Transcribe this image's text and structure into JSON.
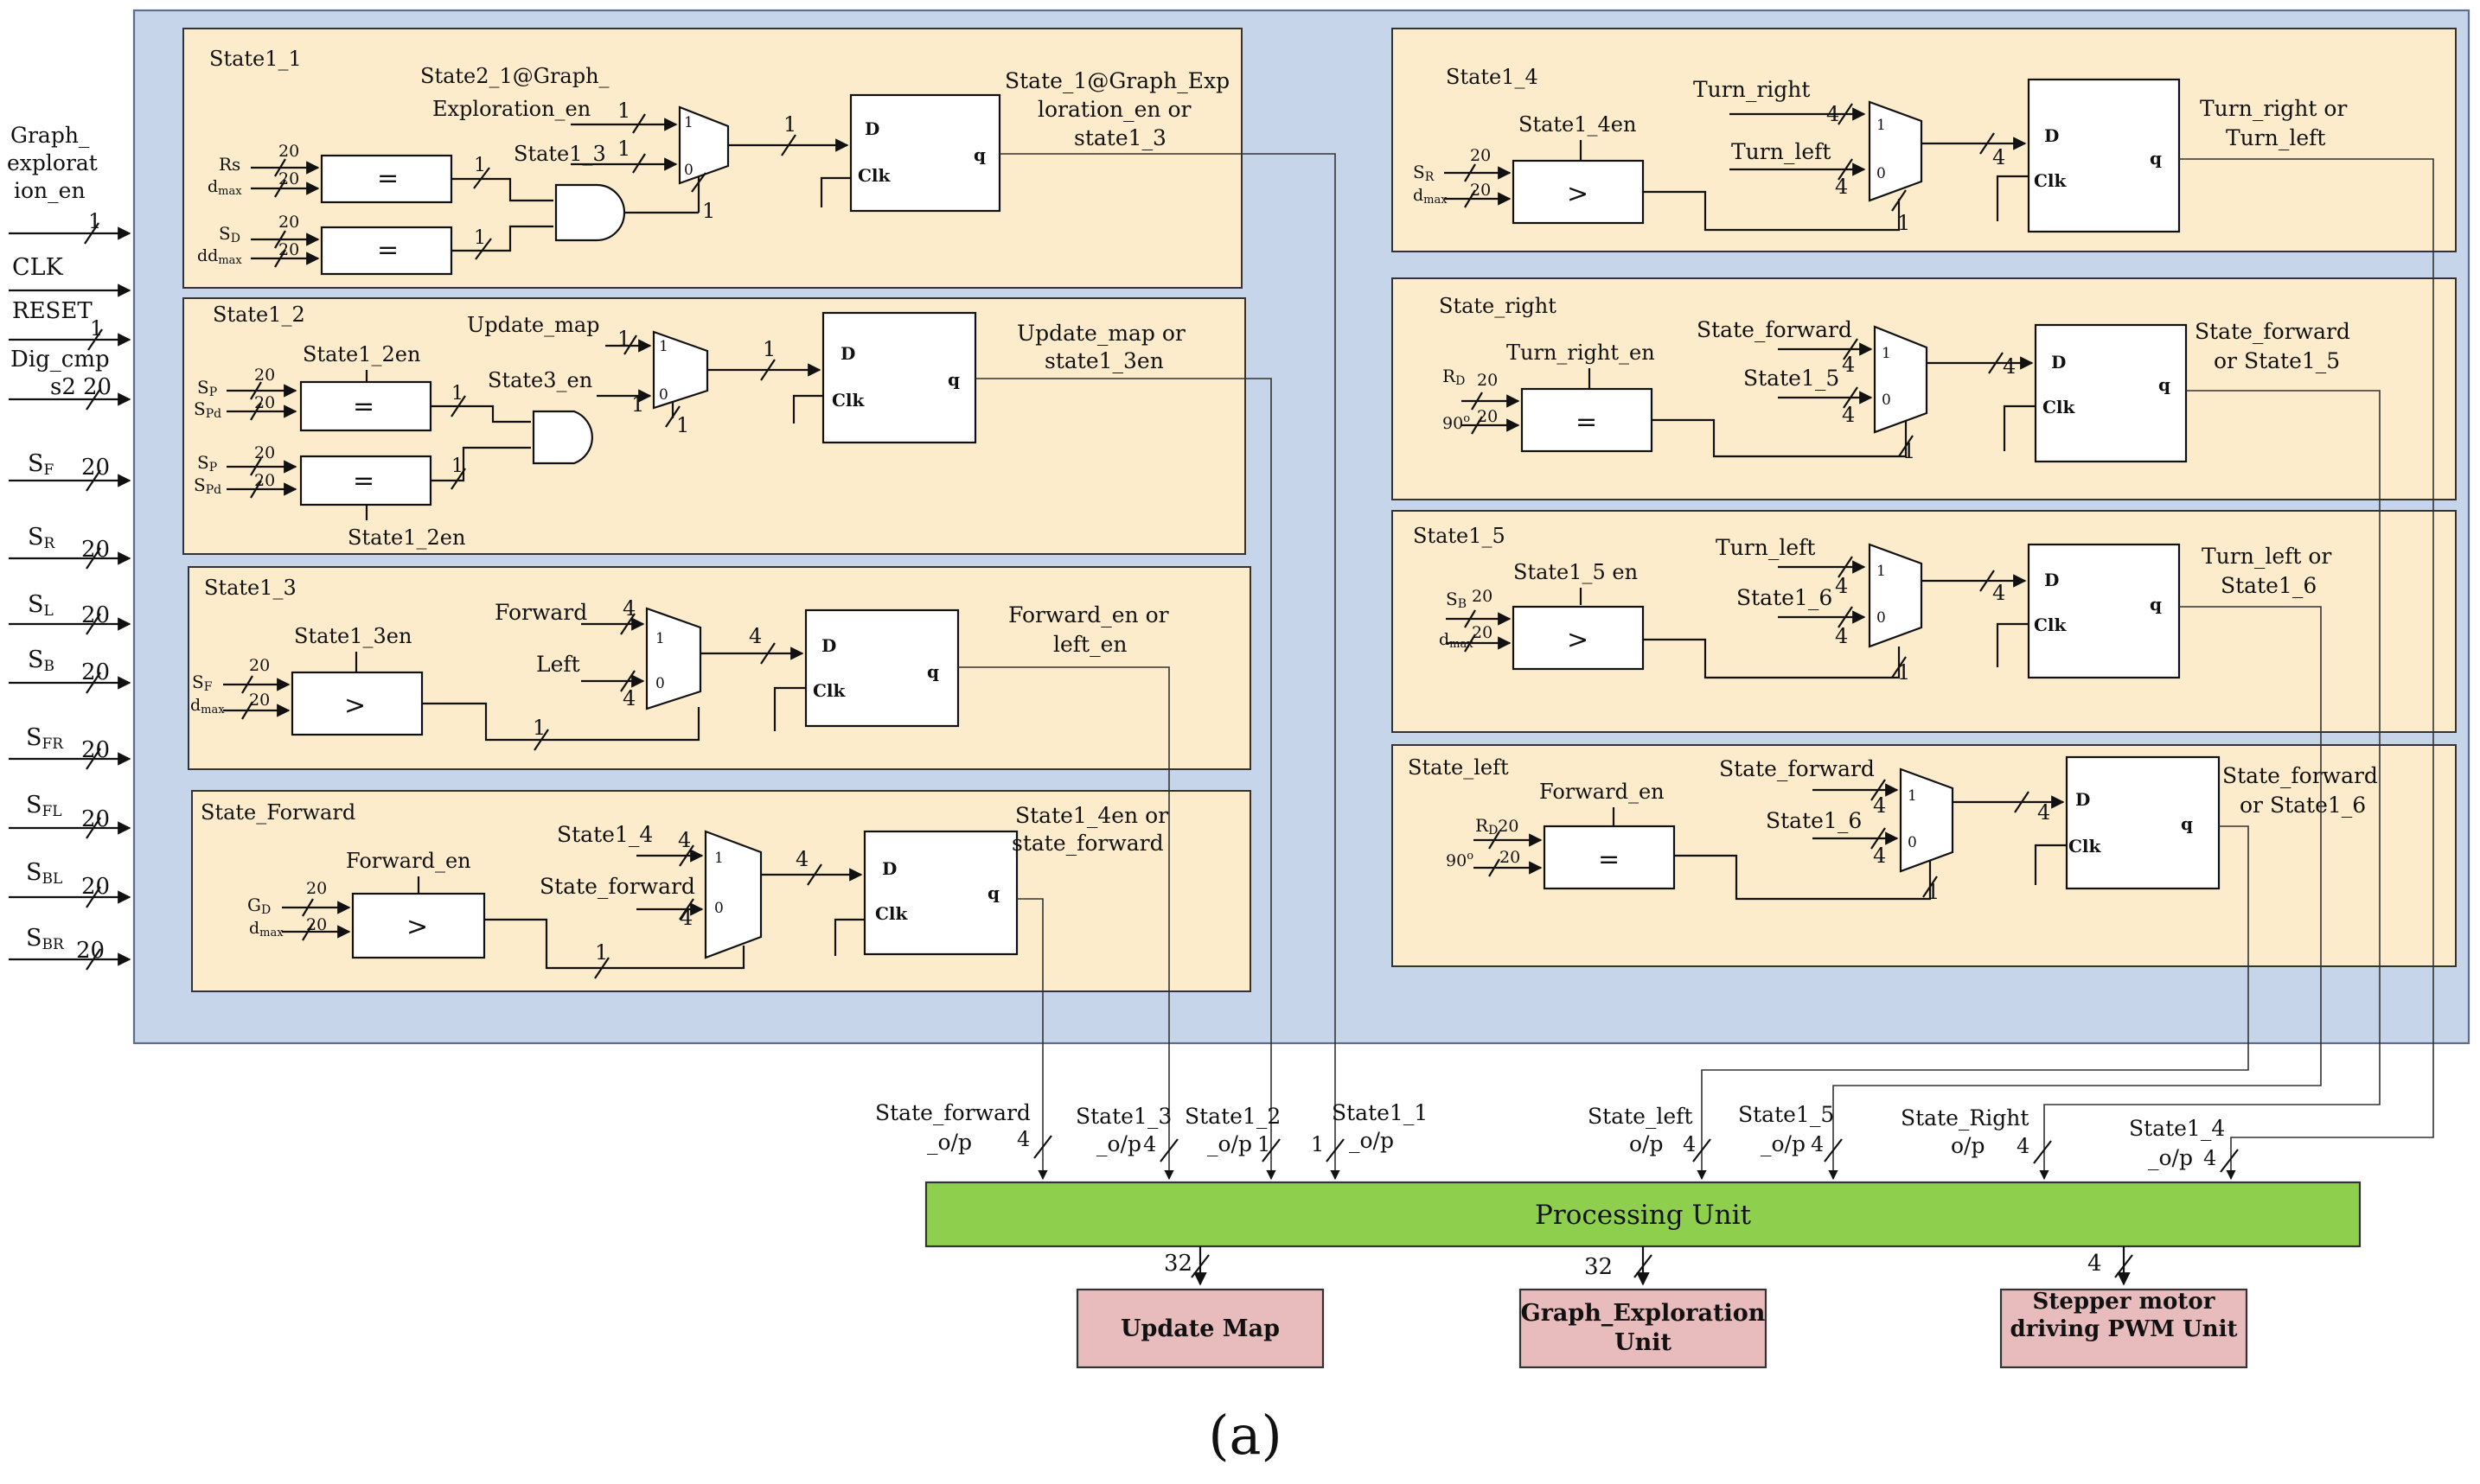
{
  "colors": {
    "controller_bg": "#c7d5ea",
    "state_bg": "#fdeccb",
    "processing_unit": "#8fcf4e",
    "output_unit": "#e8bcbc"
  },
  "caption": "(a)",
  "inputs": [
    {
      "label1": "Graph_",
      "label2": "explorat",
      "label3": "ion_en",
      "width": "1"
    },
    {
      "label1": "CLK"
    },
    {
      "label1": "RESET",
      "width": "1"
    },
    {
      "label1": "Dig_cmp",
      "label2": "s2",
      "width": "20"
    },
    {
      "label1": "S",
      "sub": "F",
      "width": "20"
    },
    {
      "label1": "S",
      "sub": "R",
      "width": "20"
    },
    {
      "label1": "S",
      "sub": "L",
      "width": "20"
    },
    {
      "label1": "S",
      "sub": "B",
      "width": "20"
    },
    {
      "label1": "S",
      "sub": "FR",
      "width": "20"
    },
    {
      "label1": "S",
      "sub": "FL",
      "width": "20"
    },
    {
      "label1": "S",
      "sub": "BL",
      "width": "20"
    },
    {
      "label1": "S",
      "sub": "BR",
      "width": "20"
    }
  ],
  "common": {
    "d": "D",
    "clk": "Clk",
    "q": "q",
    "mux0": "0",
    "mux1": "1",
    "w20": "20",
    "w1": "1",
    "w4": "4",
    "eq": "=",
    "gt": ">"
  },
  "blocks": {
    "s11": {
      "title": "State1_1",
      "sig_a": "Rs",
      "sig_b": "d",
      "sig_b_sub": "max",
      "sig_c": "S",
      "sig_c_sub": "D",
      "sig_d": "dd",
      "sig_d_sub": "max",
      "mux_in_top": "State2_1@Graph_",
      "mux_in_top2": "Exploration_en",
      "and_label": "State1_3",
      "out1": "State_1@Graph_Exp",
      "out2": "loration_en or",
      "out3": "state1_3"
    },
    "s12": {
      "title": "State1_2",
      "en_top": "State1_2en",
      "en_bot": "State1_2en",
      "sig_a": "S",
      "sig_a_sub": "P",
      "sig_b": "S",
      "sig_b_sub": "Pd",
      "mux_in_top": "Update_map",
      "and_label": "State3_en",
      "out1": "Update_map or",
      "out2": "state1_3en"
    },
    "s13": {
      "title": "State1_3",
      "en": "State1_3en",
      "sig_a": "S",
      "sig_a_sub": "F",
      "sig_b": "d",
      "sig_b_sub": "max",
      "mux_in_top": "Forward",
      "mux_in_bot": "Left",
      "out1": "Forward_en or",
      "out2": "left_en"
    },
    "sfw": {
      "title": "State_Forward",
      "en": "Forward_en",
      "sig_a": "G",
      "sig_a_sub": "D",
      "sig_b": "d",
      "sig_b_sub": "max",
      "mux_in_top": "State1_4",
      "mux_in_bot": "State_forward",
      "out1": "State1_4en or",
      "out2": "state_forward"
    },
    "s14": {
      "title": "State1_4",
      "en": "State1_4en",
      "sig_a": "S",
      "sig_a_sub": "R",
      "sig_b": "d",
      "sig_b_sub": "max",
      "mux_in_top": "Turn_right",
      "mux_in_bot": "Turn_left",
      "out1": "Turn_right or",
      "out2": "Turn_left"
    },
    "sr": {
      "title": "State_right",
      "en": "Turn_right_en",
      "sig_a": "R",
      "sig_a_sub": "D",
      "sig_b": "90",
      "sig_b_sub": "o",
      "mux_in_top": "State_forward",
      "mux_in_bot": "State1_5",
      "out1": "State_forward",
      "out2": "or State1_5"
    },
    "s15": {
      "title": "State1_5",
      "en": "State1_5 en",
      "sig_a": "S",
      "sig_a_sub": "B",
      "sig_b": "d",
      "sig_b_sub": "max",
      "mux_in_top": "Turn_left",
      "mux_in_bot": "State1_6",
      "out1": "Turn_left or",
      "out2": "State1_6"
    },
    "sl": {
      "title": "State_left",
      "en": "Forward_en",
      "sig_a": "R",
      "sig_a_sub": "D",
      "sig_b": "90",
      "sig_b_sub": "o",
      "mux_in_top": "State_forward",
      "mux_in_bot": "State1_6",
      "out1": "State_forward",
      "out2": "or State1_6"
    }
  },
  "bus_labels": [
    {
      "l1": "State_forward",
      "l2": "_o/p",
      "w": "4"
    },
    {
      "l1": "State1_3",
      "l2": "_o/p",
      "w": "4"
    },
    {
      "l1": "State1_2",
      "l2": "_o/p",
      "w": "1"
    },
    {
      "l1": "State1_1",
      "l2": "_o/p",
      "w": "1"
    },
    {
      "l1": "State_left",
      "l2": "o/p",
      "w": "4"
    },
    {
      "l1": "State1_5",
      "l2": "_o/p",
      "w": "4"
    },
    {
      "l1": "State_Right",
      "l2": "o/p",
      "w": "4"
    },
    {
      "l1": "State1_4",
      "l2": "_o/p",
      "w": "4"
    }
  ],
  "processing_unit": {
    "label": "Processing Unit"
  },
  "outputs": [
    {
      "l1": "Update Map",
      "l2": "",
      "w": "32"
    },
    {
      "l1": "Graph_Exploration",
      "l2": "Unit",
      "w": "32"
    },
    {
      "l1": "Stepper motor",
      "l2": "driving PWM Unit",
      "w": "4"
    }
  ]
}
